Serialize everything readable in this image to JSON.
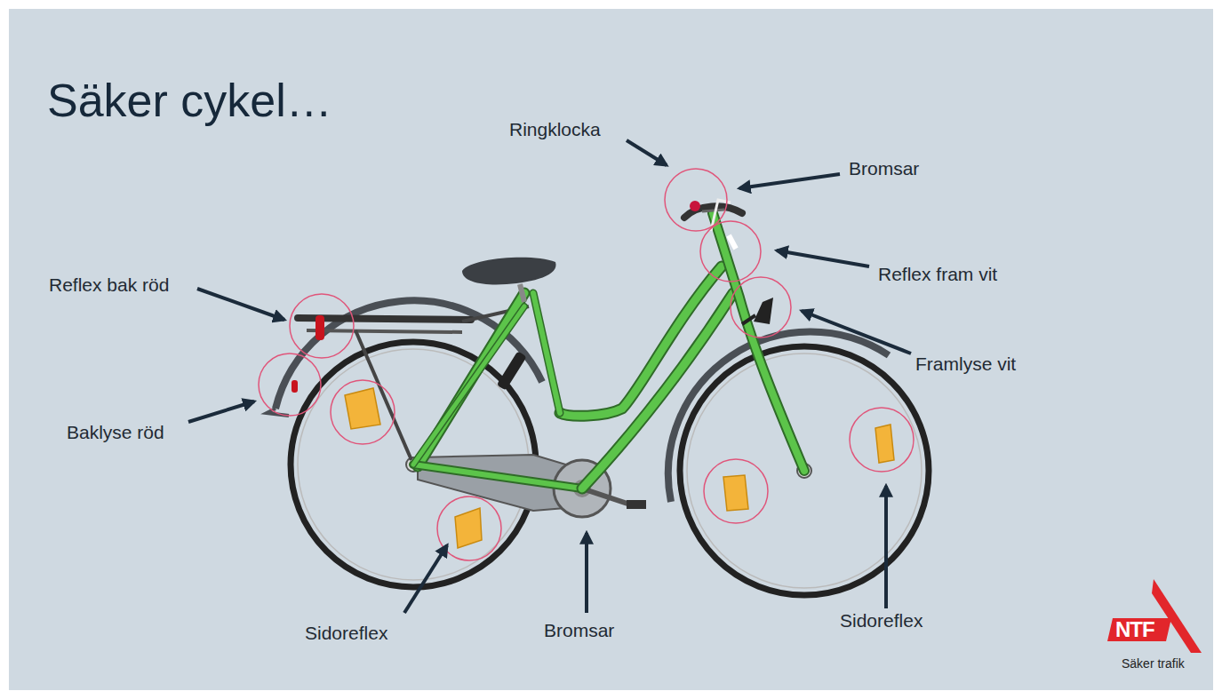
{
  "diagram": {
    "title": "Säker cykel…",
    "labels": [
      "Ringklocka",
      "Bromsar",
      "Reflex fram vit",
      "Reflex bak röd",
      "Framlyse vit",
      "Baklyse röd",
      "Sidoreflex",
      "Bromsar",
      "Sidoreflex",
      "NTF",
      "Säker trafik"
    ]
  }
}
